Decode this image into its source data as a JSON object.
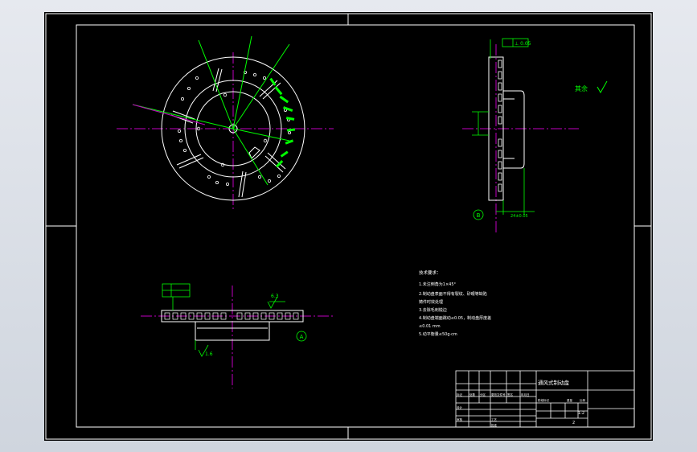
{
  "colors": {
    "background": "#000000",
    "frame": "#ffffff",
    "centerline": "#c000c0",
    "dimension": "#00ff00",
    "outer": "#dfe3ea"
  },
  "drawing": {
    "title": "通风式制动盘",
    "scale": "1:2",
    "sheet_no": "2",
    "annotation_check": "其余",
    "datum_letter": "A",
    "datum_letter_side": "B",
    "roughness_top": "6.3",
    "roughness_bottom": "1.6"
  },
  "tech_requirements": {
    "heading": "技术要求：",
    "lines": [
      "1.未注倒角为1×45°",
      "2.制动盘表面不得有裂纹、砂眼等缺陷",
      "  铸件时效处理",
      "3.去除毛刺锐边",
      "4.制动盘端面跳动≤0.05，制动盘厚度差",
      "  ≤0.01   mm",
      "5.动平衡量≤50g·cm"
    ]
  },
  "title_block": {
    "row_labels": [
      "标记",
      "处数",
      "分区",
      "更改文件号",
      "签名",
      "年月日"
    ],
    "labels": [
      "设计",
      "审核",
      "工艺",
      "批准"
    ],
    "stage_label": "阶段标记",
    "weight_label": "重量",
    "scale_label": "比例"
  }
}
